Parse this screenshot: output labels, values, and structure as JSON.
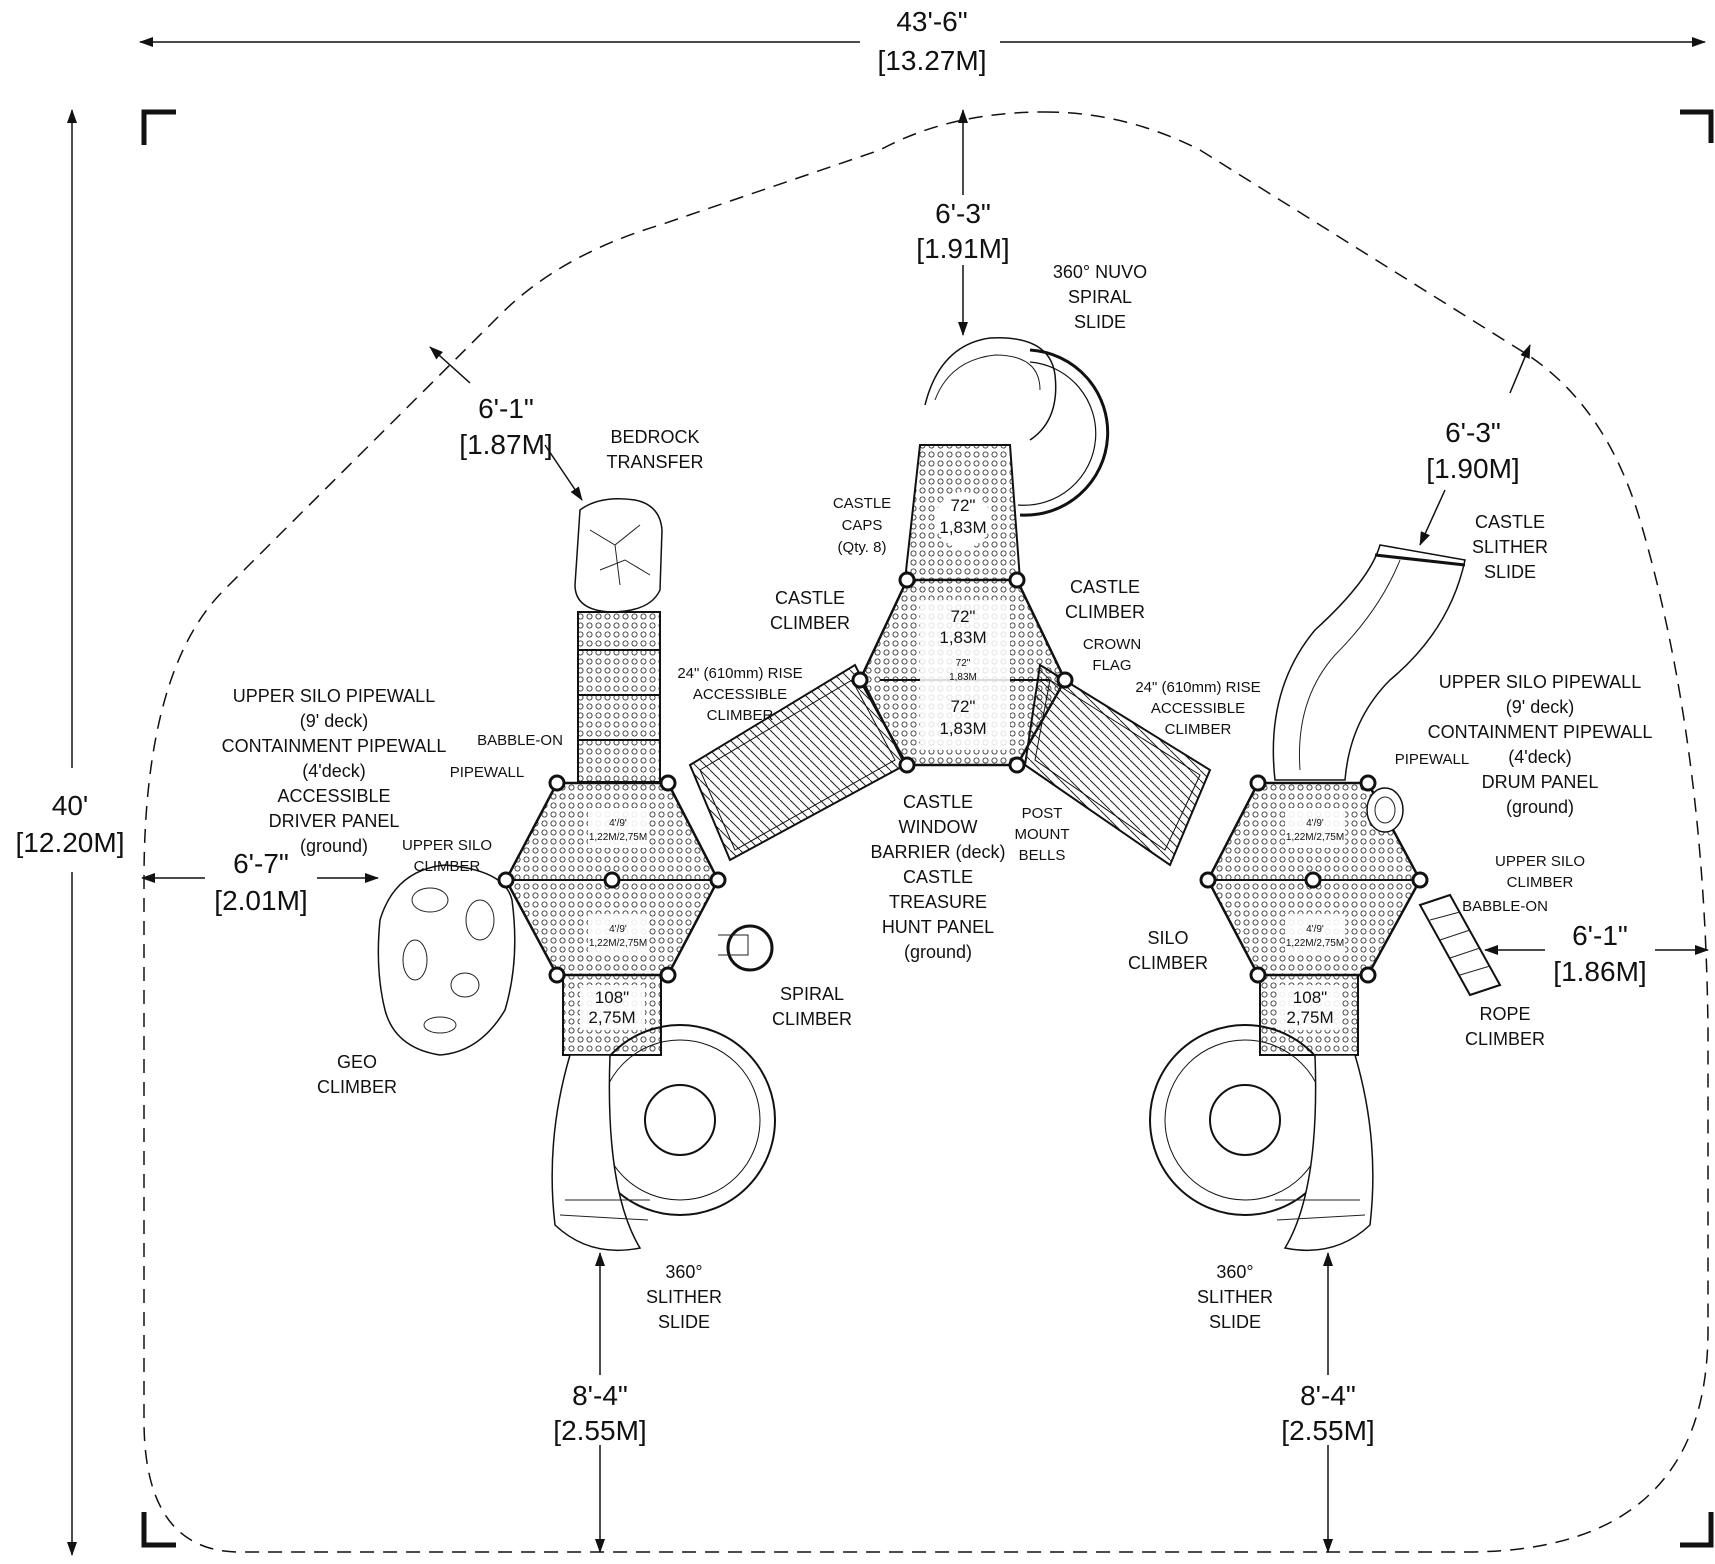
{
  "dimensions": {
    "overall_width": "43'-6\"",
    "overall_width_m": "[13.27M]",
    "overall_height": "40'",
    "overall_height_m": "[12.20M]",
    "top_clearance": "6'-3\"",
    "top_clearance_m": "[1.91M]",
    "upper_left_clearance": "6'-1\"",
    "upper_left_clearance_m": "[1.87M]",
    "upper_right_clearance": "6'-3\"",
    "upper_right_clearance_m": "[1.90M]",
    "left_clearance": "6'-7\"",
    "left_clearance_m": "[2.01M]",
    "right_clearance": "6'-1\"",
    "right_clearance_m": "[1.86M]",
    "bottom_left_clearance": "8'-4\"",
    "bottom_left_clearance_m": "[2.55M]",
    "bottom_right_clearance": "8'-4\"",
    "bottom_right_clearance_m": "[2.55M]"
  },
  "labels": {
    "nuvo_slide": [
      "360° NUVO",
      "SPIRAL",
      "SLIDE"
    ],
    "bedrock": [
      "BEDROCK",
      "TRANSFER"
    ],
    "castle_caps": [
      "CASTLE",
      "CAPS",
      "(Qty. 8)"
    ],
    "castle_climber_left": [
      "CASTLE",
      "CLIMBER"
    ],
    "castle_climber_right": [
      "CASTLE",
      "CLIMBER"
    ],
    "crown_flag": [
      "CROWN",
      "FLAG"
    ],
    "castle_slither": [
      "CASTLE",
      "SLITHER",
      "SLIDE"
    ],
    "rise_left": [
      "24\" (610mm) RISE",
      "ACCESSIBLE",
      "CLIMBER"
    ],
    "rise_right": [
      "24\" (610mm) RISE",
      "ACCESSIBLE",
      "CLIMBER"
    ],
    "left_panels": [
      "UPPER SILO PIPEWALL",
      "(9' deck)",
      "CONTAINMENT PIPEWALL",
      "(4'deck)",
      "ACCESSIBLE",
      "DRIVER PANEL",
      "(ground)"
    ],
    "right_panels": [
      "UPPER SILO PIPEWALL",
      "(9' deck)",
      "CONTAINMENT PIPEWALL",
      "(4'deck)",
      "DRUM PANEL",
      "(ground)"
    ],
    "babble_on_left": "BABBLE-ON",
    "pipewall_left": "PIPEWALL",
    "pipewall_right": "PIPEWALL",
    "upper_silo_left": [
      "UPPER SILO",
      "CLIMBER"
    ],
    "upper_silo_right": [
      "UPPER SILO",
      "CLIMBER"
    ],
    "babble_on_right": "BABBLE-ON",
    "center_stack": [
      "CASTLE",
      "WINDOW",
      "BARRIER (deck)",
      "CASTLE",
      "TREASURE",
      "HUNT PANEL",
      "(ground)"
    ],
    "post_mount": [
      "POST",
      "MOUNT",
      "BELLS"
    ],
    "silo_climber": [
      "SILO",
      "CLIMBER"
    ],
    "rope_climber": [
      "ROPE",
      "CLIMBER"
    ],
    "spiral_climber": [
      "SPIRAL",
      "CLIMBER"
    ],
    "geo_climber": [
      "GEO",
      "CLIMBER"
    ],
    "slither_left": [
      "360°",
      "SLITHER",
      "SLIDE"
    ],
    "slither_right": [
      "360°",
      "SLITHER",
      "SLIDE"
    ]
  },
  "decks": {
    "top": [
      "72\"",
      "1,83M"
    ],
    "center_top": [
      "72\"",
      "1,83M"
    ],
    "center_mid": [
      "72\"",
      "1,83M"
    ],
    "center_bottom": [
      "72\"",
      "1,83M"
    ],
    "left_upper": [
      "4'/9'",
      "1,22M/2,75M"
    ],
    "left_lower": [
      "4'/9'",
      "1,22M/2,75M"
    ],
    "left_ramp": [
      "108\"",
      "2,75M"
    ],
    "right_upper": [
      "4'/9'",
      "1,22M/2,75M"
    ],
    "right_lower": [
      "4'/9'",
      "1,22M/2,75M"
    ],
    "right_ramp": [
      "108\"",
      "2,75M"
    ]
  }
}
